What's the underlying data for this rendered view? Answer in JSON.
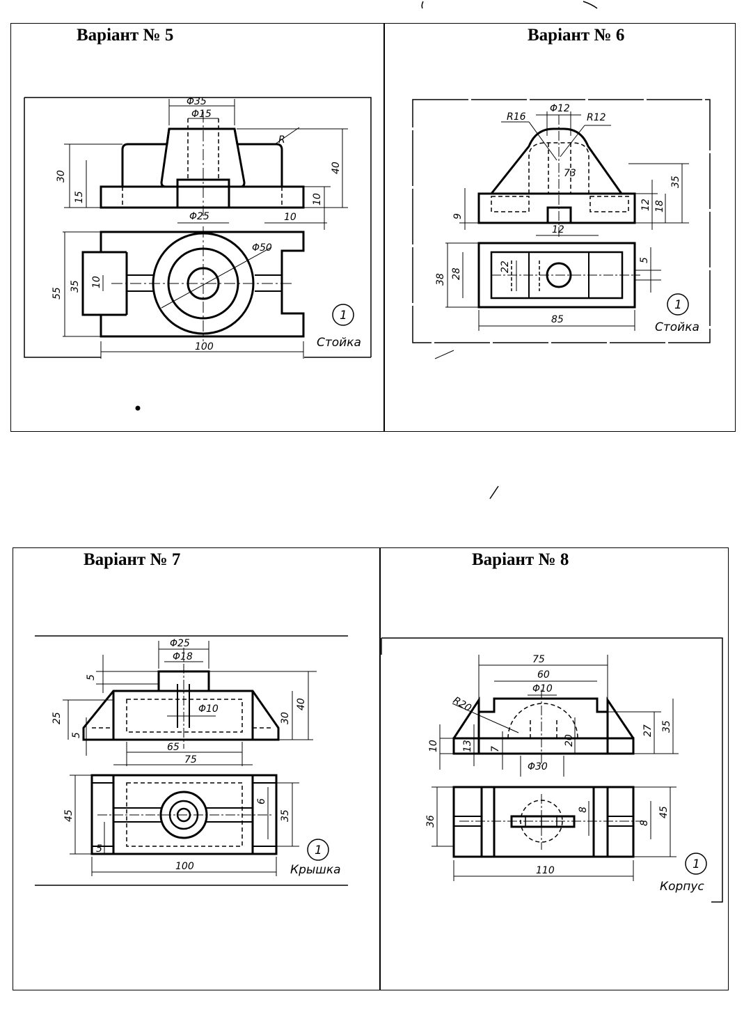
{
  "variants": [
    {
      "title": "Варіант № 5",
      "part": "Стойка",
      "number": "1",
      "dims": {
        "d35": "Φ35",
        "d15": "Φ15",
        "r": "R",
        "v30": "30",
        "v15": "15",
        "v40": "40",
        "v10": "10",
        "d25": "Φ25",
        "h10": "10",
        "d50": "Φ50",
        "v55": "55",
        "v35": "35",
        "v10b": "10",
        "w100": "100"
      }
    },
    {
      "title": "Варіант № 6",
      "part": "Стойка",
      "number": "1",
      "dims": {
        "r16": "R16",
        "d12": "Φ12",
        "r12": "R12",
        "v73": "73",
        "v35": "35",
        "v12": "12",
        "v18": "18",
        "v9": "9",
        "h12": "12",
        "v38": "38",
        "v28": "28",
        "v22": "22",
        "v5": "5",
        "w85": "85"
      }
    },
    {
      "title": "Варіант № 7",
      "part": "Крышка",
      "number": "1",
      "dims": {
        "d25": "Φ25",
        "d18": "Φ18",
        "v5": "5",
        "v25": "25",
        "v5b": "5",
        "d10": "Φ10",
        "v30": "30",
        "v40": "40",
        "w65": "65",
        "w75": "75",
        "v45": "45",
        "v6": "6",
        "v35": "35",
        "v5c": "5",
        "w100": "100"
      }
    },
    {
      "title": "Варіант № 8",
      "part": "Корпус",
      "number": "1",
      "dims": {
        "w75": "75",
        "w60": "60",
        "d10": "Φ10",
        "r20": "R20",
        "v27": "27",
        "v35": "35",
        "v10": "10",
        "v13": "13",
        "v7": "7",
        "v20": "20",
        "d30": "Φ30",
        "v36": "36",
        "v8": "8",
        "v8b": "8",
        "v45": "45",
        "w110": "110"
      }
    }
  ]
}
